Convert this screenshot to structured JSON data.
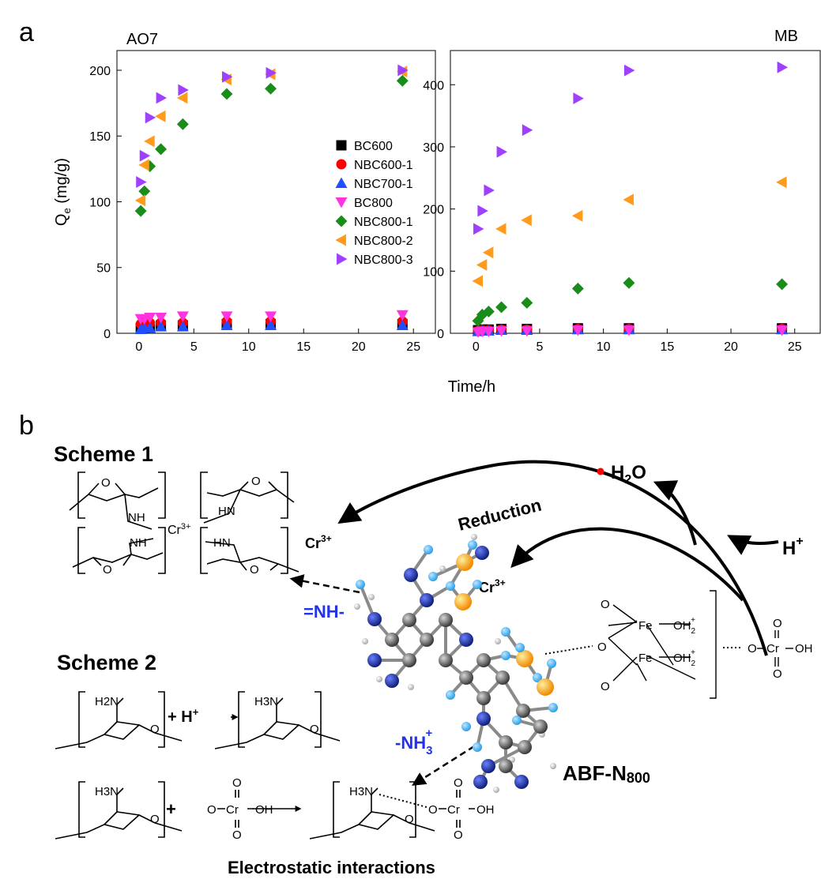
{
  "panel_a_label": "a",
  "panel_b_label": "b",
  "colors": {
    "BC600": "#000000",
    "NBC600-1": "#ff0000",
    "NBC700-1": "#1f4fff",
    "BC800": "#ff33e0",
    "NBC800-1": "#1a8c1a",
    "NBC800-2": "#ff9a1a",
    "NBC800-3": "#a040ff"
  },
  "chart_data": [
    {
      "type": "scatter",
      "title": "AO7",
      "xlabel": "Time/h",
      "ylabel": "Q_e (mg/g)",
      "xlim": [
        -2,
        27
      ],
      "ylim": [
        0,
        215
      ],
      "xticks": [
        0,
        5,
        10,
        15,
        20,
        25
      ],
      "yticks": [
        0,
        50,
        100,
        150,
        200
      ],
      "legend_position": "right",
      "series": [
        {
          "name": "BC600",
          "marker": "square",
          "x": [
            0.17,
            0.5,
            1,
            2,
            4,
            8,
            12,
            24
          ],
          "y": [
            4,
            5,
            5,
            6,
            6,
            7,
            7,
            7
          ]
        },
        {
          "name": "NBC600-1",
          "marker": "circle",
          "x": [
            0.17,
            0.5,
            1,
            2,
            4,
            8,
            12,
            24
          ],
          "y": [
            7,
            7,
            8,
            8,
            8,
            9,
            9,
            9
          ]
        },
        {
          "name": "NBC700-1",
          "marker": "triangle-up",
          "x": [
            0.17,
            0.5,
            1,
            2,
            4,
            8,
            12,
            24
          ],
          "y": [
            3,
            4,
            4,
            5,
            5,
            6,
            6,
            6
          ]
        },
        {
          "name": "BC800",
          "marker": "triangle-down",
          "x": [
            0.17,
            0.5,
            1,
            2,
            4,
            8,
            12,
            24
          ],
          "y": [
            11,
            11,
            12,
            12,
            13,
            13,
            13,
            14
          ]
        },
        {
          "name": "NBC800-1",
          "marker": "diamond",
          "x": [
            0.17,
            0.5,
            1,
            2,
            4,
            8,
            12,
            24
          ],
          "y": [
            93,
            108,
            127,
            140,
            159,
            182,
            186,
            192
          ]
        },
        {
          "name": "NBC800-2",
          "marker": "triangle-left",
          "x": [
            0.17,
            0.5,
            1,
            2,
            4,
            8,
            12,
            24
          ],
          "y": [
            101,
            128,
            146,
            165,
            179,
            193,
            197,
            199
          ]
        },
        {
          "name": "NBC800-3",
          "marker": "triangle-right",
          "x": [
            0.17,
            0.5,
            1,
            2,
            4,
            8,
            12,
            24
          ],
          "y": [
            115,
            135,
            164,
            179,
            185,
            195,
            198,
            200
          ]
        }
      ]
    },
    {
      "type": "scatter",
      "title": "MB",
      "xlabel": "Time/h",
      "ylim": [
        0,
        455
      ],
      "xlim": [
        -2,
        27
      ],
      "xticks": [
        0,
        5,
        10,
        15,
        20,
        25
      ],
      "yticks": [
        0,
        100,
        200,
        300,
        400
      ],
      "series": [
        {
          "name": "BC600",
          "marker": "square",
          "x": [
            0.17,
            0.5,
            1,
            2,
            4,
            8,
            12,
            24
          ],
          "y": [
            5,
            6,
            6,
            7,
            7,
            8,
            8,
            8
          ]
        },
        {
          "name": "NBC600-1",
          "marker": "circle",
          "x": [
            0.17,
            0.5,
            1,
            2,
            4,
            8,
            12,
            24
          ],
          "y": [
            4,
            5,
            5,
            6,
            6,
            7,
            7,
            7
          ]
        },
        {
          "name": "NBC700-1",
          "marker": "triangle-up",
          "x": [
            0.17,
            0.5,
            1,
            2,
            4,
            8,
            12,
            24
          ],
          "y": [
            3,
            4,
            4,
            5,
            5,
            6,
            6,
            6
          ]
        },
        {
          "name": "BC800",
          "marker": "triangle-down",
          "x": [
            0.17,
            0.5,
            1,
            2,
            4,
            8,
            12,
            24
          ],
          "y": [
            2,
            3,
            3,
            4,
            4,
            5,
            5,
            5
          ]
        },
        {
          "name": "NBC800-1",
          "marker": "diamond",
          "x": [
            0.17,
            0.5,
            1,
            2,
            4,
            8,
            12,
            24
          ],
          "y": [
            20,
            30,
            35,
            42,
            49,
            72,
            81,
            79
          ]
        },
        {
          "name": "NBC800-2",
          "marker": "triangle-left",
          "x": [
            0.17,
            0.5,
            1,
            2,
            4,
            8,
            12,
            24
          ],
          "y": [
            84,
            110,
            130,
            168,
            182,
            189,
            215,
            243
          ]
        },
        {
          "name": "NBC800-3",
          "marker": "triangle-right",
          "x": [
            0.17,
            0.5,
            1,
            2,
            4,
            8,
            12,
            24
          ],
          "y": [
            168,
            197,
            230,
            292,
            327,
            378,
            423,
            428
          ]
        }
      ]
    }
  ],
  "scheme": {
    "scheme1_title": "Scheme 1",
    "scheme2_title": "Scheme 2",
    "reduction": "Reduction",
    "water": "H",
    "water_sub": "2",
    "water_tail": "O",
    "proton": "H",
    "proton_sup": "+",
    "cr3_a": "Cr",
    "cr3_a_sup": "3+",
    "cr3_b": "Cr",
    "cr3_b_sup": "3+",
    "cr3_ring": "Cr",
    "cr3_ring_sup": "3+",
    "imine": "=NH-",
    "ammonium": "-NH",
    "ammonium_sub": "3",
    "ammonium_sup": "+",
    "abf": "ABF-N",
    "abf_sub": "800",
    "electrostatic": "Electrostatic interactions",
    "nh": "NH",
    "hn": "HN",
    "o": "O",
    "h2n": "H2N",
    "h3n": "H3N",
    "hplus": "+ H",
    "plus": "+",
    "plus_sign": "+",
    "chromate": "O",
    "cr": "Cr",
    "oh": "OH",
    "fe": "Fe",
    "oh2": "OH",
    "oh2_sub": "2",
    "oh2_sup": "+"
  }
}
